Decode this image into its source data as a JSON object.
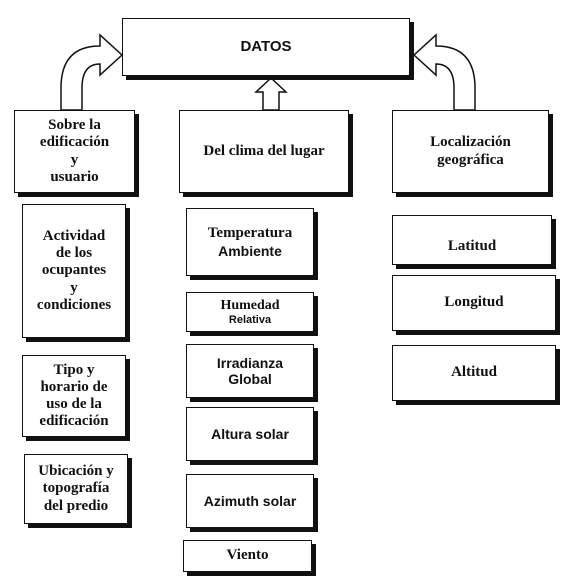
{
  "diagram": {
    "root": {
      "label": "DATOS"
    },
    "columns": [
      {
        "header": {
          "lines": [
            "Sobre la",
            "edificación",
            "y",
            "usuario"
          ]
        },
        "items": [
          {
            "lines": [
              "Actividad",
              "de los",
              "ocupantes",
              "y",
              "condiciones"
            ]
          },
          {
            "lines": [
              "Tipo y",
              "horario de",
              "uso de la",
              "edificación"
            ]
          },
          {
            "lines": [
              "Ubicación y",
              "topografía",
              "del predio"
            ]
          }
        ]
      },
      {
        "header": {
          "lines": [
            "Del clima del lugar"
          ]
        },
        "items": [
          {
            "lines": [
              "Temperatura",
              "Ambiente"
            ]
          },
          {
            "lines": [
              "Humedad",
              "Relativa"
            ]
          },
          {
            "lines": [
              "Irradianza",
              "Global"
            ]
          },
          {
            "lines": [
              "Altura solar"
            ]
          },
          {
            "lines": [
              "Azimuth solar"
            ]
          },
          {
            "lines": [
              "Viento"
            ]
          }
        ]
      },
      {
        "header": {
          "lines": [
            "Localización",
            "geográfica"
          ]
        },
        "items": [
          {
            "lines": [
              "Latitud"
            ]
          },
          {
            "lines": [
              "Longitud"
            ]
          },
          {
            "lines": [
              "Altitud"
            ]
          }
        ]
      }
    ]
  }
}
